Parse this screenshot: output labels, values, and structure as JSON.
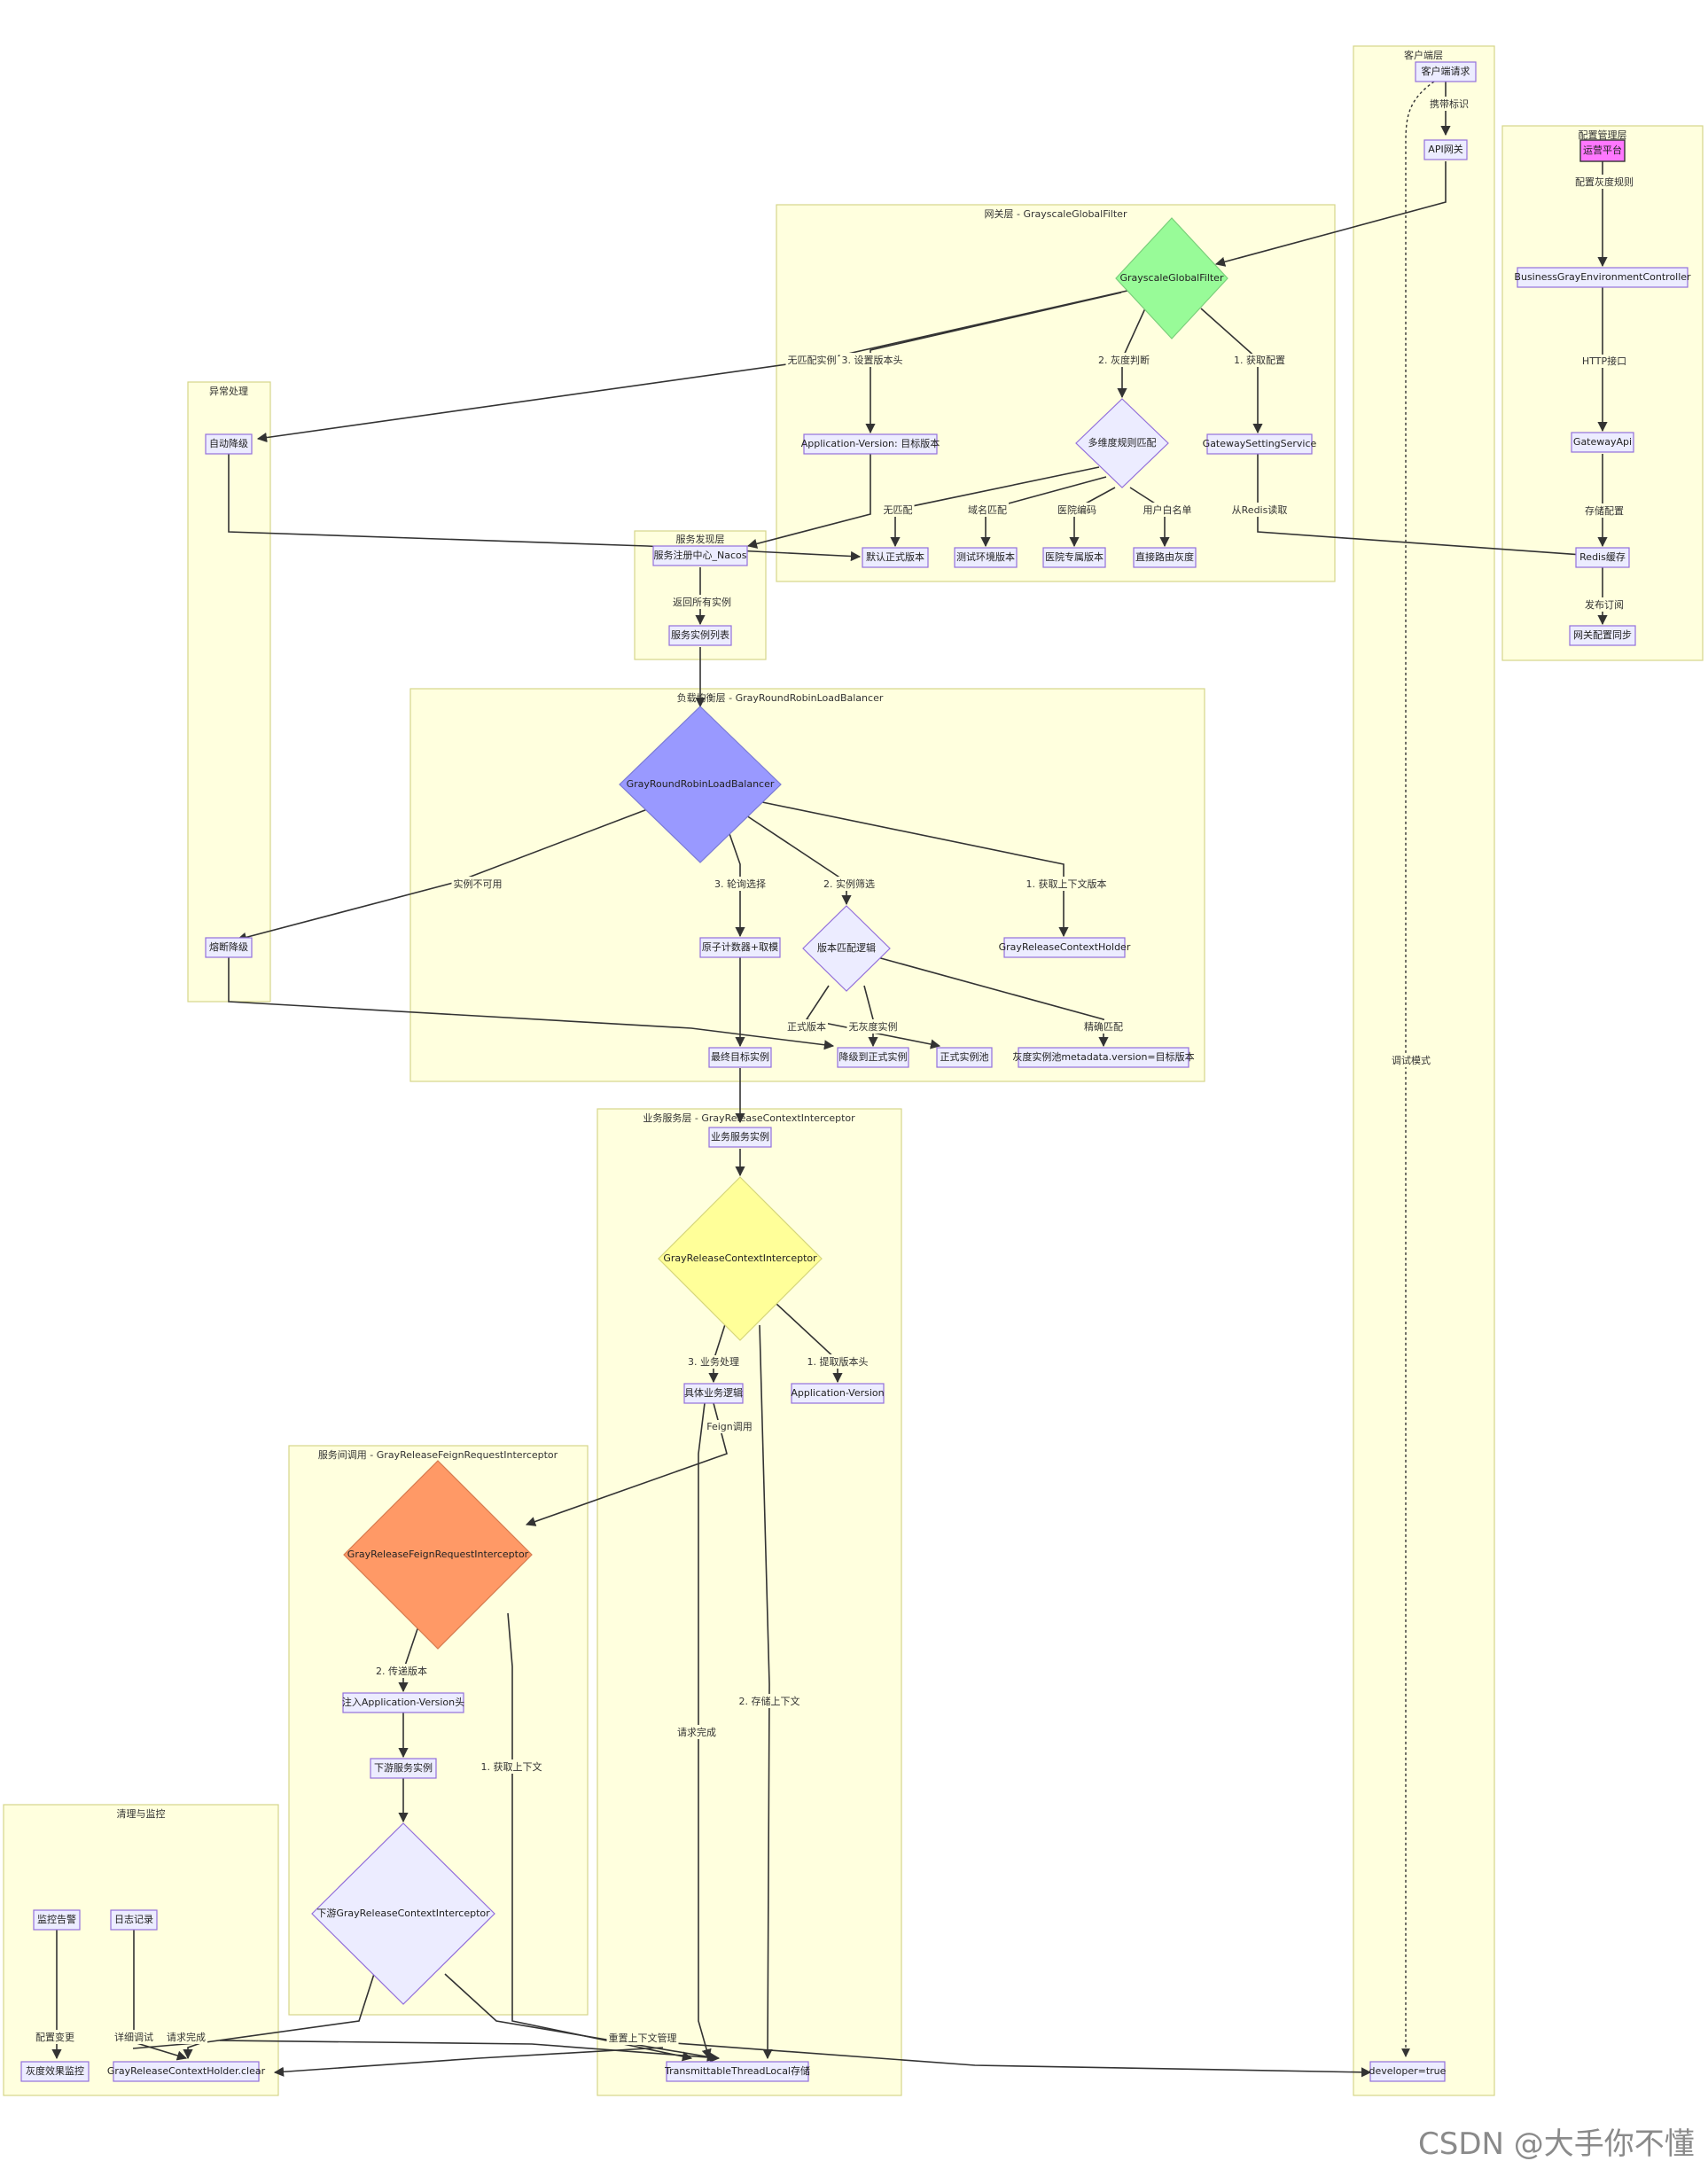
{
  "groups": {
    "client": "客户端层",
    "config": "配置管理层",
    "gateway": "网关层 - GrayscaleGlobalFilter",
    "exception": "异常处理",
    "registry": "服务发现层",
    "lb": "负载均衡层 - GrayRoundRobinLoadBalancer",
    "biz": "业务服务层 - GrayReleaseContextInterceptor",
    "feign": "服务间调用 - GrayReleaseFeignRequestInterceptor",
    "cleanup": "清理与监控"
  },
  "nodes": {
    "client_request": "客户端请求",
    "api_gateway": "API网关",
    "developer": "developer=true",
    "ops_platform": "运营平台",
    "bgec": "BusinessGrayEnvironmentController",
    "gateway_api": "GatewayApi",
    "redis": "Redis缓存",
    "gw_sync": "网关配置同步",
    "gsgf": "GrayscaleGlobalFilter",
    "app_version_target": "Application-Version: 目标版本",
    "multi_match": "多维度规则匹配",
    "gateway_setting": "GatewaySettingService",
    "default_prod": "默认正式版本",
    "test_env": "测试环境版本",
    "hospital_ver": "医院专属版本",
    "direct_gray": "直接路由灰度",
    "auto_degrade": "自动降级",
    "nacos": "服务注册中心_Nacos",
    "instance_list": "服务实例列表",
    "grrlb": "GrayRoundRobinLoadBalancer",
    "atomic_counter": "原子计数器+取模",
    "version_logic": "版本匹配逻辑",
    "grch": "GrayReleaseContextHolder",
    "circuit_degrade": "熔断降级",
    "final_instance": "最终目标实例",
    "degrade_prod": "降级到正式实例",
    "prod_pool": "正式实例池",
    "gray_pool": "灰度实例池metadata.version=目标版本",
    "biz_instance": "业务服务实例",
    "grci": "GrayReleaseContextInterceptor",
    "biz_logic": "具体业务逻辑",
    "app_version": "Application-Version",
    "grfri": "GrayReleaseFeignRequestInterceptor",
    "inject_header": "注入Application-Version头",
    "downstream": "下游服务实例",
    "downstream_grci": "下游GrayReleaseContextInterceptor",
    "ttl": "TransmittableThreadLocal存储",
    "monitor": "监控告警",
    "log": "日志记录",
    "gray_effect": "灰度效果监控",
    "grch_clear": "GrayReleaseContextHolder.clear"
  },
  "edge_labels": {
    "carry_id": "携带标识",
    "debug_mode": "调试模式",
    "config_rules": "配置灰度规则",
    "http_api": "HTTP接口",
    "store_config": "存储配置",
    "publish": "发布订阅",
    "no_match_instance": "无匹配实例",
    "set_version_header": "3. 设置版本头",
    "gray_judge": "2. 灰度判断",
    "get_config": "1. 获取配置",
    "no_match": "无匹配",
    "domain_match": "域名匹配",
    "hospital_code": "医院编码",
    "user_whitelist": "用户白名单",
    "from_redis": "从Redis读取",
    "return_all": "返回所有实例",
    "instance_unavailable": "实例不可用",
    "round_robin": "3. 轮询选择",
    "instance_filter": "2. 实例筛选",
    "get_ctx_version": "1. 获取上下文版本",
    "prod_version": "正式版本",
    "no_gray": "无灰度实例",
    "exact_match": "精确匹配",
    "biz_process": "3. 业务处理",
    "extract_header": "1. 提取版本头",
    "feign_call": "Feign调用",
    "pass_version": "2. 传递版本",
    "get_ctx": "1. 获取上下文",
    "store_ctx": "2. 存储上下文",
    "req_done_1": "请求完成",
    "config_change": "配置变更",
    "detail_debug": "详细调试",
    "req_done_2": "请求完成",
    "reset_ctx": "重置上下文管理"
  },
  "colors": {
    "group_fill": "#ffffde",
    "node_fill": "#ececff",
    "node_stroke": "#9370db",
    "gsgf_fill": "#98fb98",
    "grrlb_fill": "#9999ff",
    "grci_fill": "#ffff99",
    "grfri_fill": "#ff9966",
    "ops_fill": "#ff77ff"
  },
  "watermark": "CSDN @大手你不懂"
}
